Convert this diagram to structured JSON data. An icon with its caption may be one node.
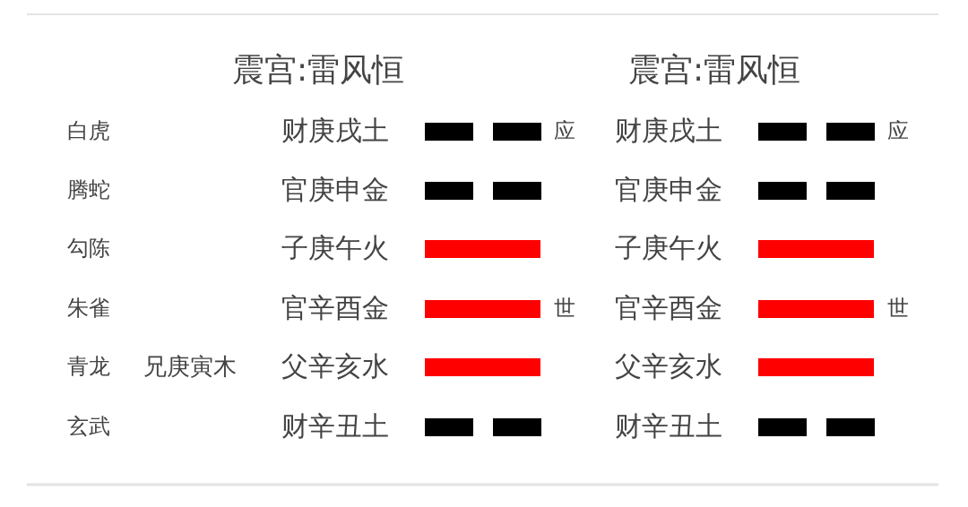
{
  "diagram": {
    "labels": [
      "震宫:雷风恒",
      "震宫:雷风恒",
      "白虎",
      "财庚戌土",
      "应",
      "财庚戌土",
      "应",
      "腾蛇",
      "官庚申金",
      "官庚申金",
      "勾陈",
      "子庚午火",
      "子庚午火",
      "朱雀",
      "官辛酉金",
      "世",
      "官辛酉金",
      "世",
      "青龙",
      "兄庚寅木",
      "父辛亥水",
      "父辛亥水",
      "玄武",
      "财辛丑土",
      "财辛丑土"
    ]
  }
}
